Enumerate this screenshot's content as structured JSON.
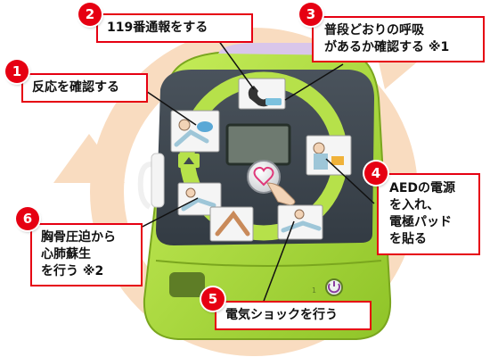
{
  "colors": {
    "accent": "#e60012",
    "device_body": "#a8d93a",
    "panel": "#3e4750",
    "ring": "#b6e14a",
    "cycle_arrow": "#f9dcc0"
  },
  "steps": [
    {
      "number": "1",
      "lines": [
        "反応を確認する"
      ]
    },
    {
      "number": "2",
      "lines": [
        "119番通報をする"
      ]
    },
    {
      "number": "3",
      "lines": [
        "普段どおりの呼吸",
        "があるか確認する ※1"
      ]
    },
    {
      "number": "4",
      "lines": [
        "AEDの電源",
        "を入れ、",
        "電極パッド",
        "を貼る"
      ]
    },
    {
      "number": "5",
      "lines": [
        "電気ショックを行う"
      ]
    },
    {
      "number": "6",
      "lines": [
        "胸骨圧迫から",
        "心肺蘇生",
        "を行う ※2"
      ]
    }
  ],
  "device": {
    "icons": [
      "phone-icon",
      "heart-button-icon",
      "power-icon"
    ]
  }
}
